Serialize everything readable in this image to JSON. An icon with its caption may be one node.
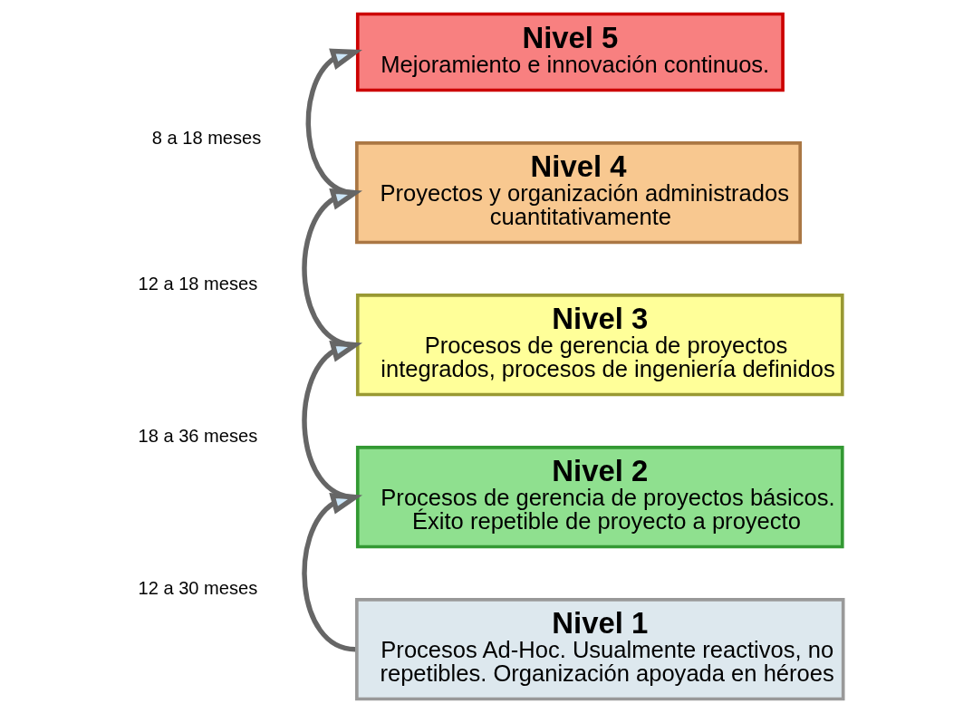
{
  "diagram": {
    "nodes": [
      {
        "text": [
          "Nivel 1",
          "Procesos Ad-Hoc. Usualmente reactivos, no repetibles. Organización apoyada en héroes"
        ]
      },
      {
        "text": [
          "Nivel 2",
          "Procesos de gerencia de proyectos básicos. Éxito repetible de proyecto a proyecto"
        ]
      },
      {
        "text": [
          "Nivel 3",
          "Procesos de gerencia de proyectos integrados, procesos de ingeniería definidos"
        ]
      },
      {
        "text": [
          "Nivel 4",
          "Proyectos y organización administrados cuantitativamente"
        ]
      },
      {
        "text": [
          "Nivel 5",
          "Mejoramiento e innovación continuos."
        ]
      }
    ],
    "edges": [
      {
        "from": 0,
        "to": 1,
        "arrow": "to",
        "label": "12 a 30 meses"
      },
      {
        "from": 1,
        "to": 2,
        "arrow": "to",
        "label": "18 a 36 meses"
      },
      {
        "from": 2,
        "to": 3,
        "arrow": "to",
        "label": "12 a 18 meses"
      },
      {
        "from": 3,
        "to": 4,
        "arrow": "to",
        "label": "8 a 18 meses"
      }
    ]
  }
}
